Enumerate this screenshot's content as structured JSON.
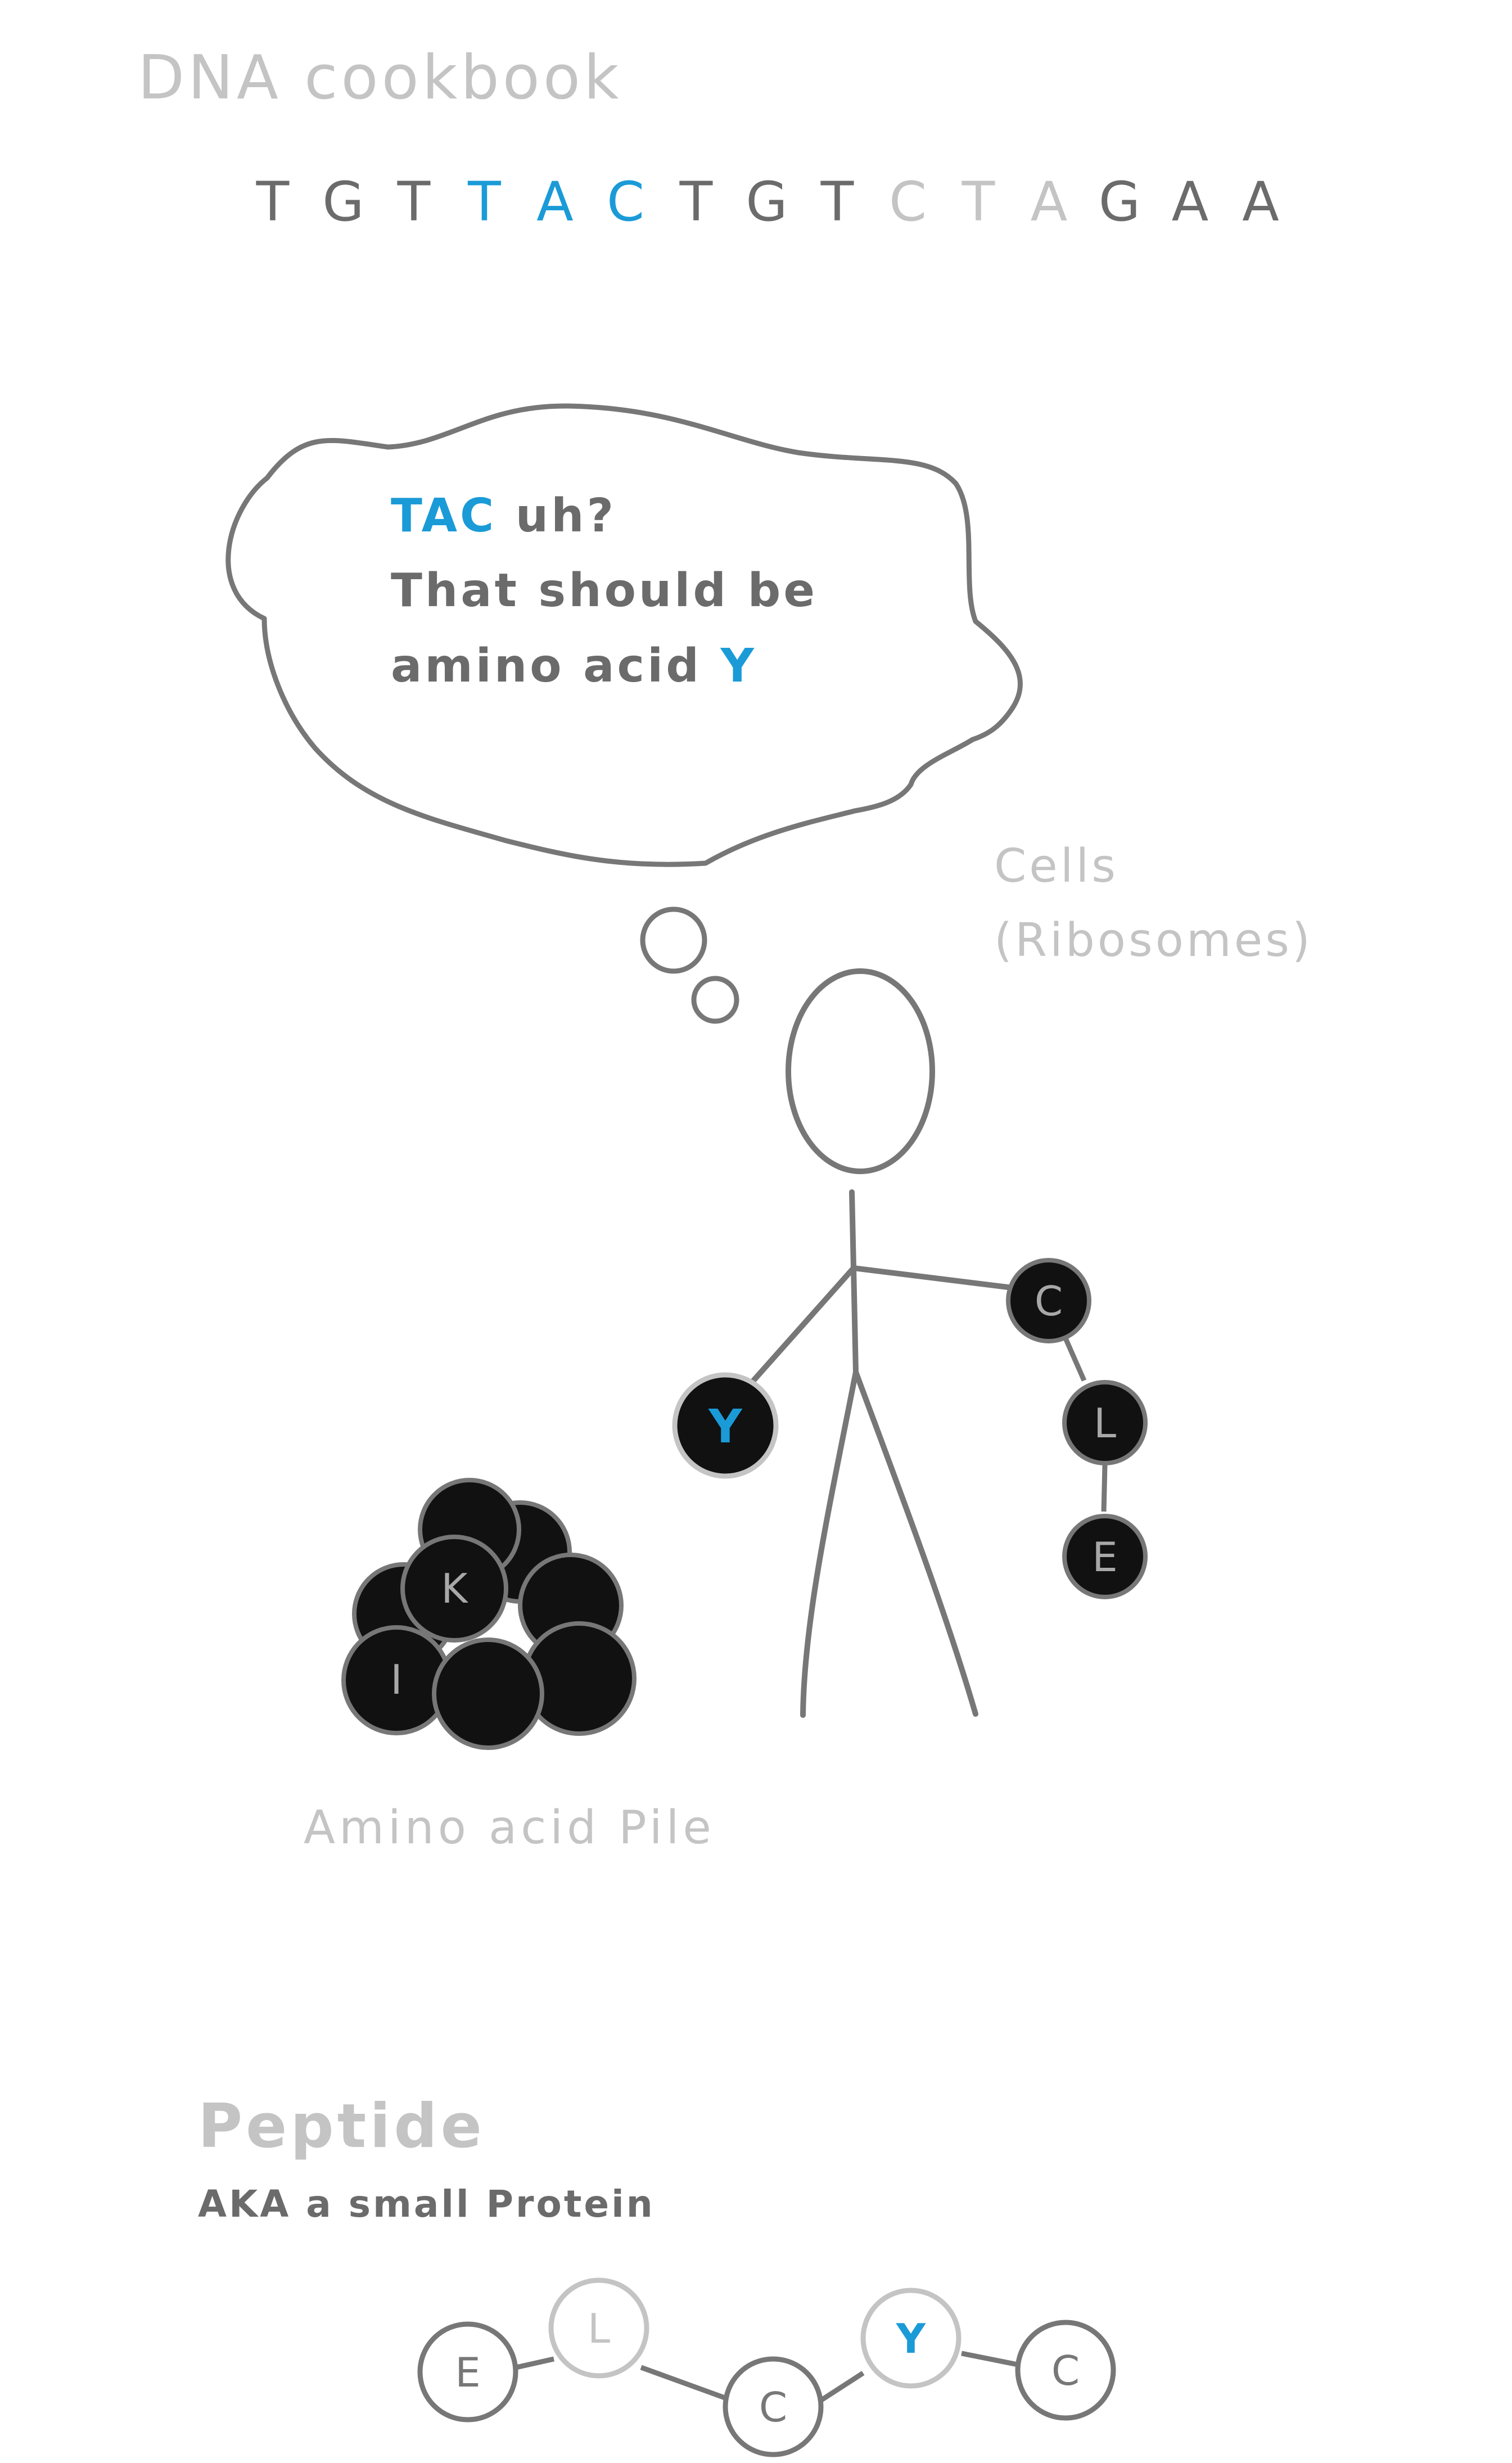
{
  "header": {
    "title": "DNA cookbook",
    "sequence": [
      {
        "letter": "T",
        "tone": "dark"
      },
      {
        "letter": "G",
        "tone": "dark"
      },
      {
        "letter": "T",
        "tone": "dark"
      },
      {
        "letter": "T",
        "tone": "accent"
      },
      {
        "letter": "A",
        "tone": "accent"
      },
      {
        "letter": "C",
        "tone": "accent"
      },
      {
        "letter": "T",
        "tone": "dark"
      },
      {
        "letter": "G",
        "tone": "dark"
      },
      {
        "letter": "T",
        "tone": "dark"
      },
      {
        "letter": "C",
        "tone": "faded"
      },
      {
        "letter": "T",
        "tone": "faded"
      },
      {
        "letter": "A",
        "tone": "faded"
      },
      {
        "letter": "G",
        "tone": "dark"
      },
      {
        "letter": "A",
        "tone": "dark"
      },
      {
        "letter": "A",
        "tone": "dark"
      }
    ]
  },
  "thought": {
    "codon": "TAC",
    "line1_rest": " uh?",
    "line2": "That should be",
    "line3": "amino acid ",
    "amino": "Y"
  },
  "ribosome_label": {
    "line1": "Cells",
    "line2": "(Ribosomes)"
  },
  "held_amino": "Y",
  "hand_chain": [
    "C",
    "L",
    "E"
  ],
  "pile": {
    "labels": [
      "K",
      "I"
    ],
    "caption": "Amino acid Pile"
  },
  "peptide": {
    "title": "Peptide",
    "subtitle": "AKA a small Protein",
    "chain": [
      {
        "letter": "E",
        "style": "dark"
      },
      {
        "letter": "L",
        "style": "faded"
      },
      {
        "letter": "C",
        "style": "dark"
      },
      {
        "letter": "Y",
        "style": "accent"
      },
      {
        "letter": "C",
        "style": "dark"
      }
    ]
  },
  "colors": {
    "dark": "#6b6b6b",
    "faded": "#c4c4c4",
    "accent": "#1a9bd7",
    "bead_fill": "#111111",
    "outline": "#777777"
  }
}
